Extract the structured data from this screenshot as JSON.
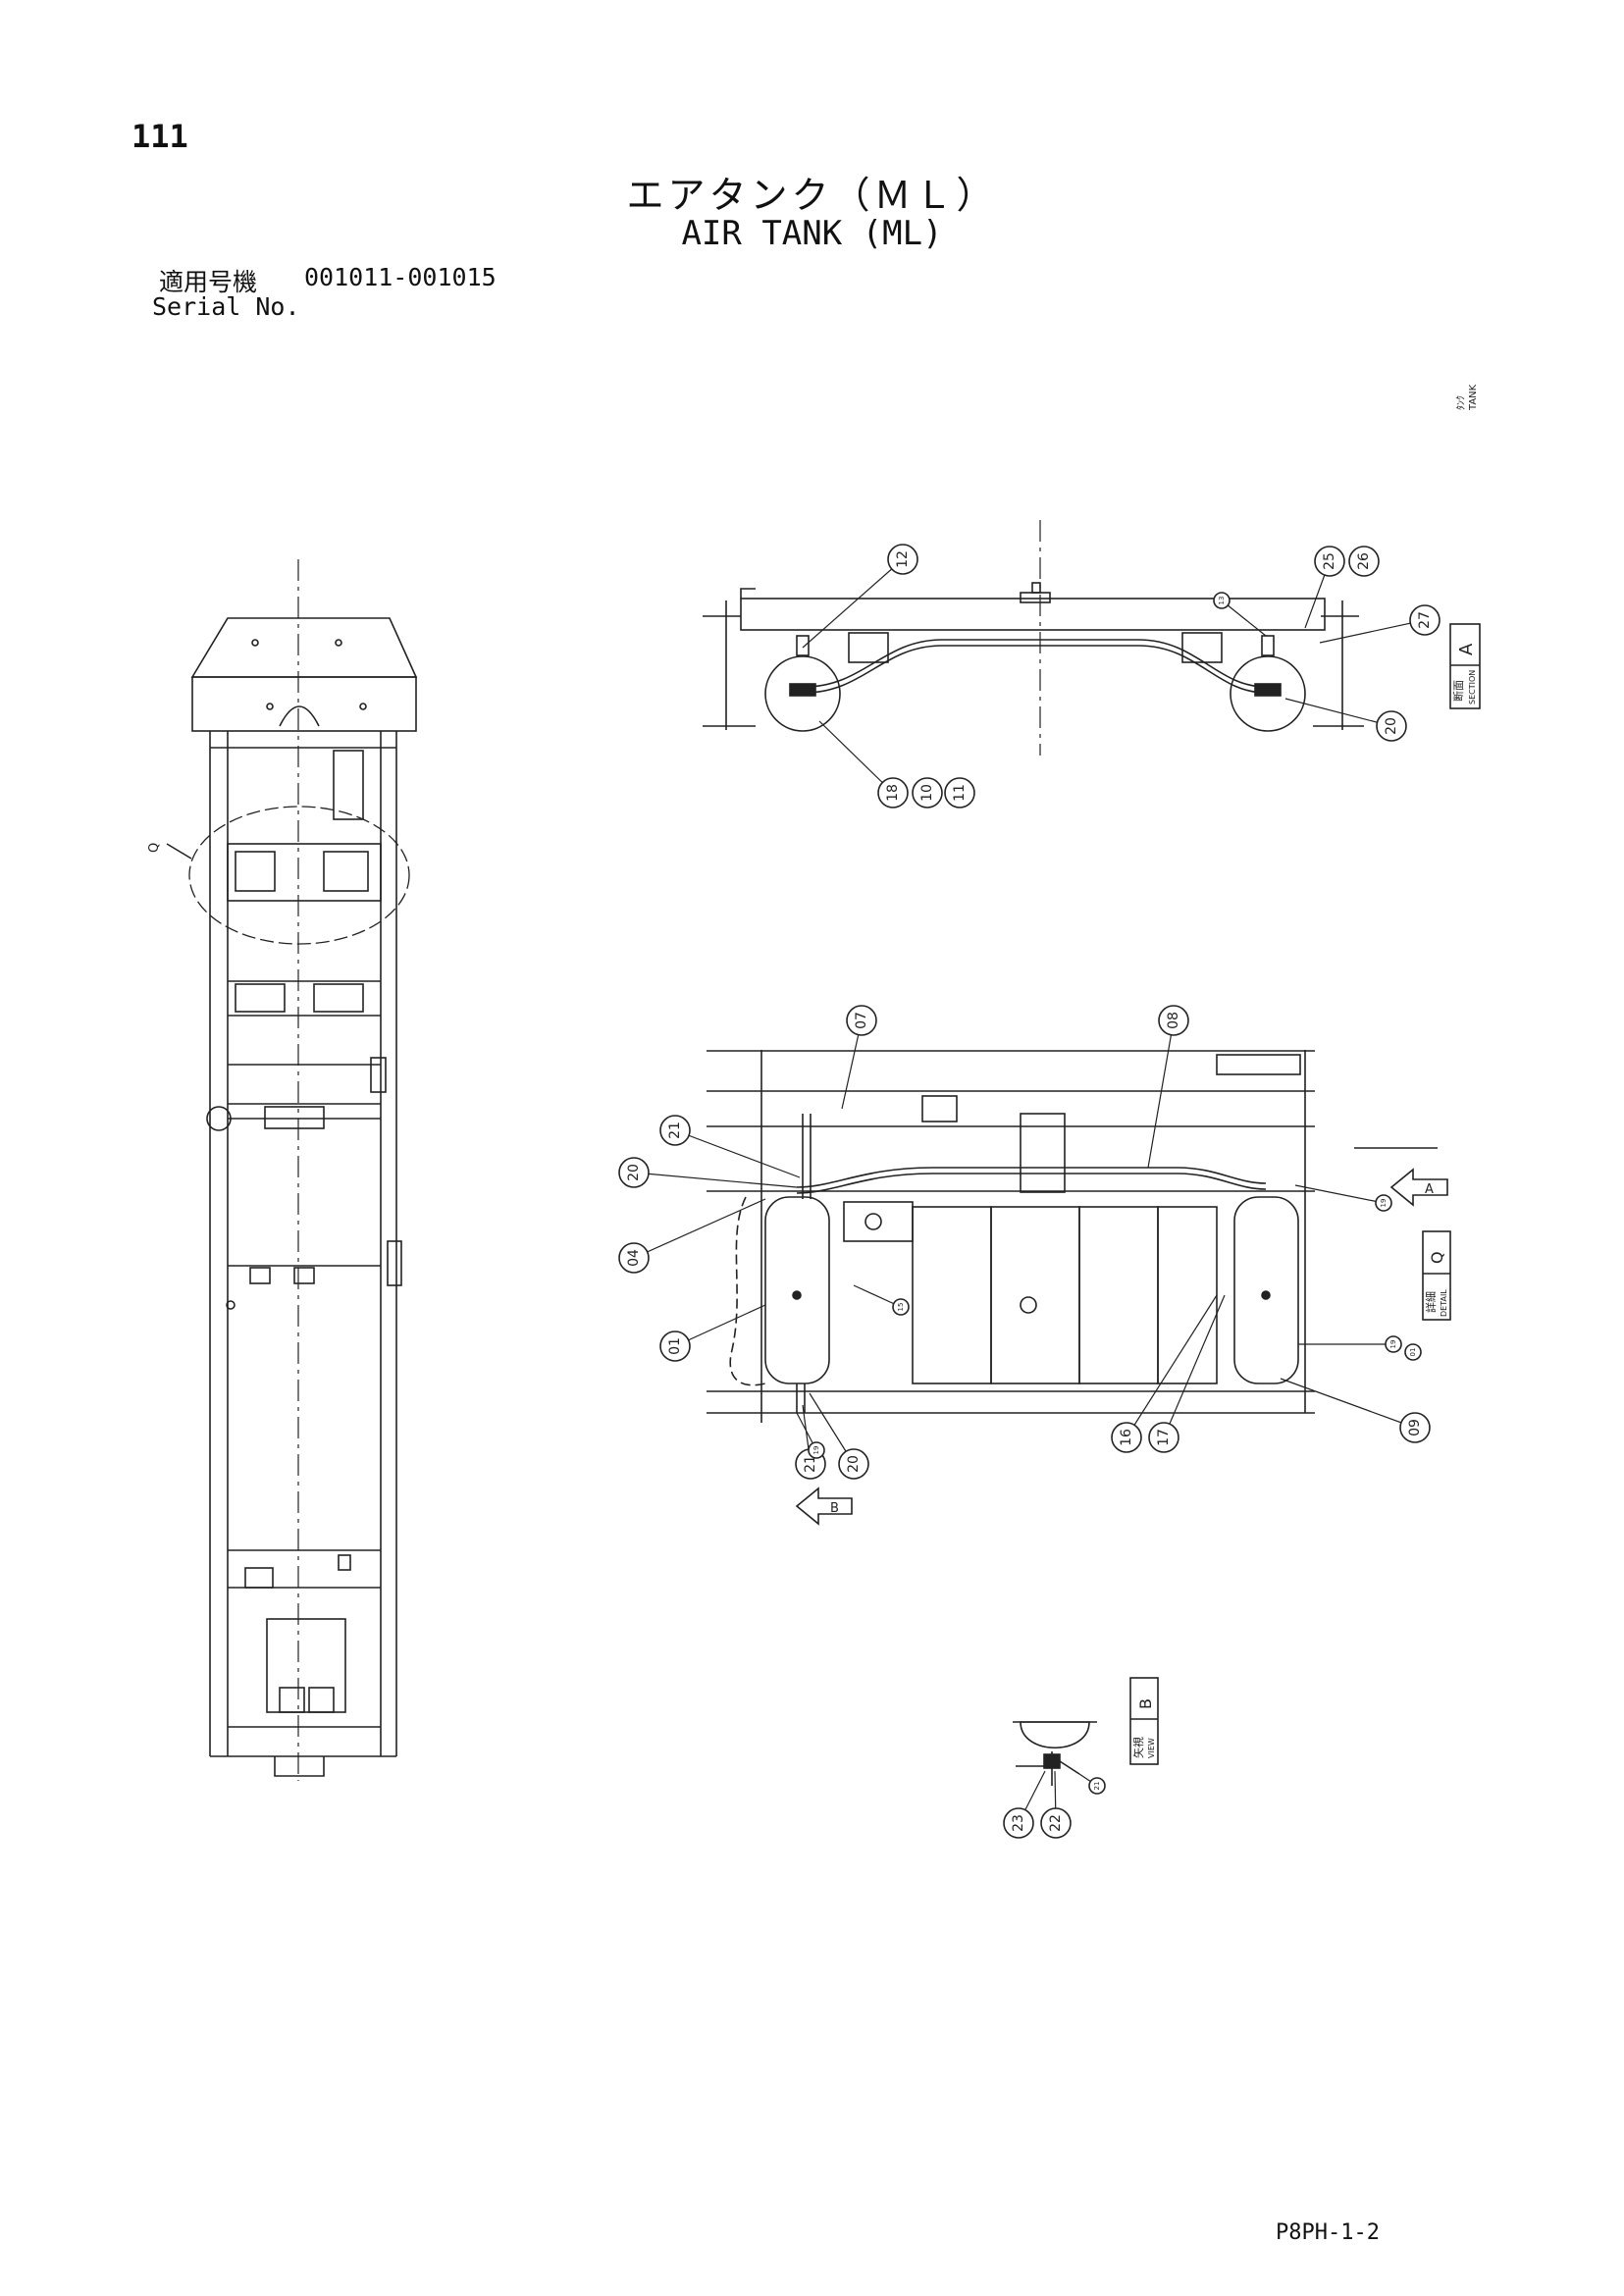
{
  "header": {
    "page_number": "111",
    "title_jp": "エアタンク（ＭＬ）",
    "title_en": "AIR TANK (ML)",
    "serial_label_jp": "適用号機",
    "serial_label_en": "Serial No.",
    "serial_range": "001011-001015"
  },
  "footer": {
    "doc_code": "P8PH-1-2"
  },
  "tank_note": {
    "jp": "ﾀﾝｸ",
    "en": "TANK"
  },
  "overview": {
    "detail_ref": "Q"
  },
  "section_view": {
    "tag_jp": "断面",
    "tag_en": "SECTION",
    "tag_letter": "A",
    "callouts": [
      "12",
      "13",
      "25",
      "26",
      "27",
      "20",
      "18",
      "10",
      "11"
    ]
  },
  "detail_view": {
    "tag_jp": "詳細",
    "tag_en": "DETAIL",
    "tag_letter": "Q",
    "arrow_a": "A",
    "arrow_b": "B",
    "callouts": [
      "07",
      "08",
      "21",
      "20",
      "04",
      "01",
      "15",
      "19",
      "21",
      "20",
      "19",
      "16",
      "17",
      "19",
      "01",
      "09"
    ]
  },
  "view_b": {
    "tag_jp": "矢視",
    "tag_en": "VIEW",
    "tag_letter": "B",
    "callouts": [
      "23",
      "22",
      "21"
    ]
  }
}
